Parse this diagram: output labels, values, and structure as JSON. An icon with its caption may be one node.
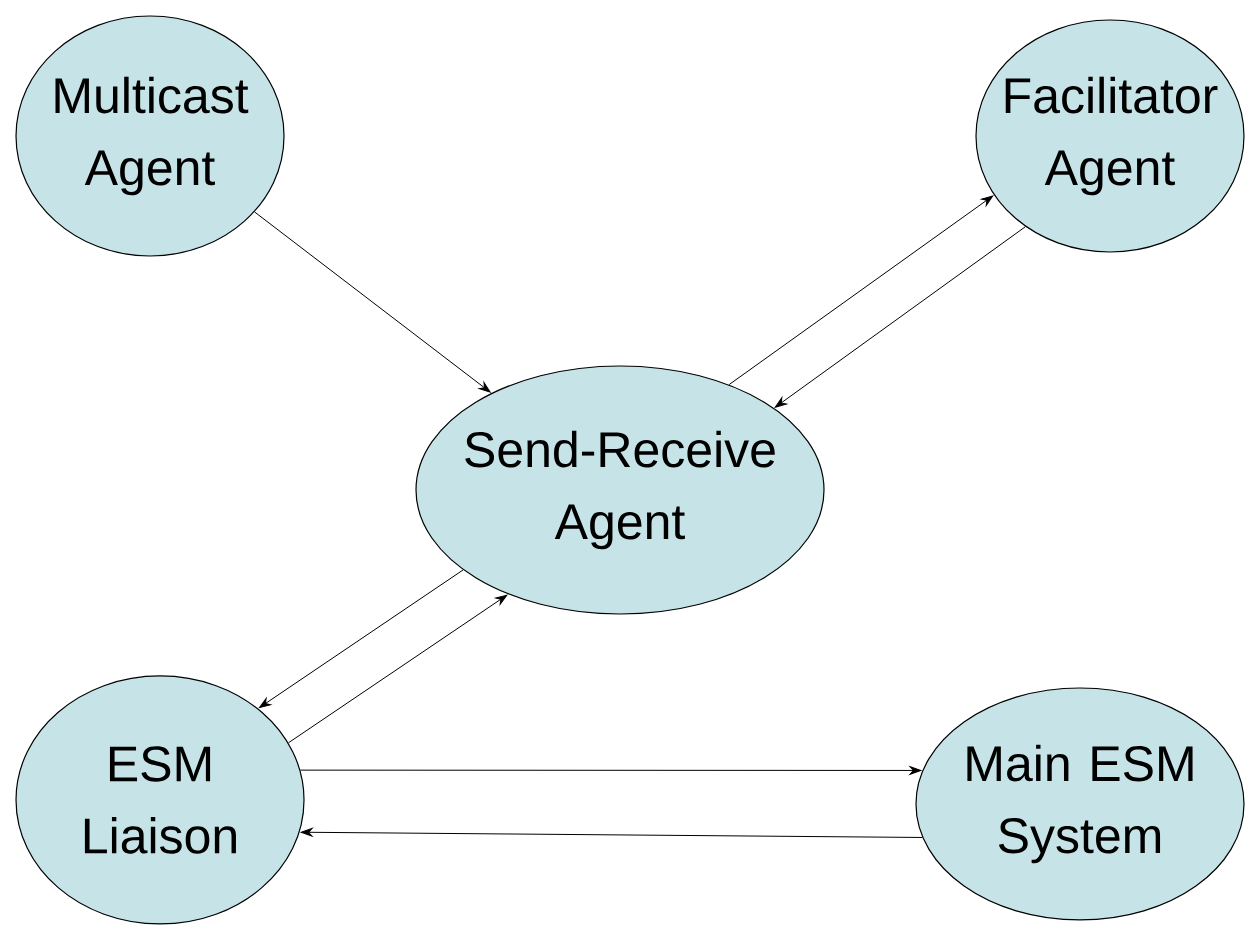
{
  "diagram": {
    "nodes": [
      {
        "text": [
          "Multicast Agent"
        ]
      },
      {
        "text": [
          "Facilitator Agent"
        ]
      },
      {
        "text": [
          "Send-Receive Agent"
        ]
      },
      {
        "text": [
          "ESM Liaison"
        ]
      },
      {
        "text": [
          "Main ESM System"
        ]
      }
    ],
    "edges": [
      {
        "from": 0,
        "to": 2,
        "arrow": "to"
      },
      {
        "from": 2,
        "to": 1,
        "arrow": "to"
      },
      {
        "from": 1,
        "to": 2,
        "arrow": "to"
      },
      {
        "from": 2,
        "to": 3,
        "arrow": "to"
      },
      {
        "from": 3,
        "to": 2,
        "arrow": "to"
      },
      {
        "from": 3,
        "to": 4,
        "arrow": "to"
      },
      {
        "from": 4,
        "to": 3,
        "arrow": "to"
      }
    ]
  }
}
